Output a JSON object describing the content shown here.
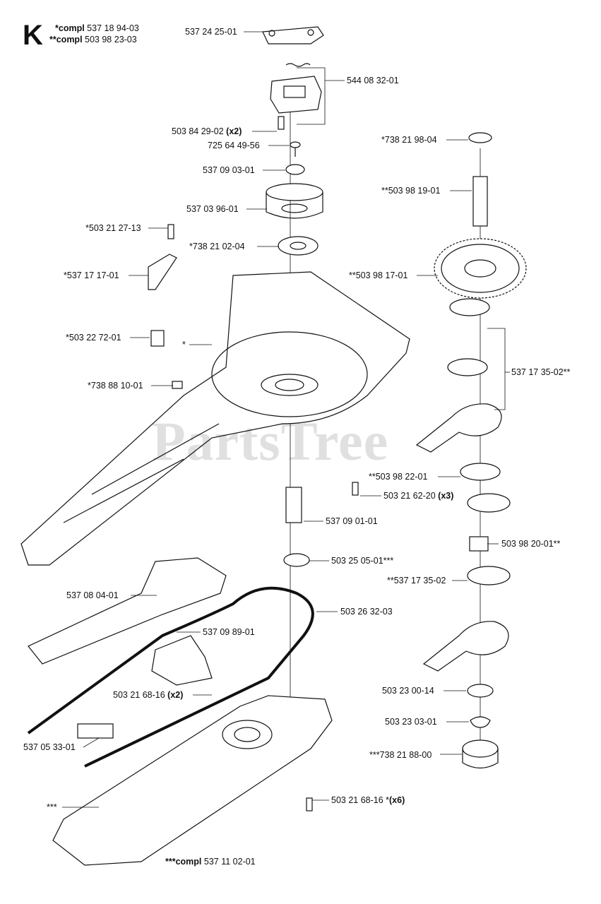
{
  "section": {
    "letter": "K",
    "compl_lines": [
      {
        "prefix": "*compl",
        "number": "537 18 94-03"
      },
      {
        "prefix": "**compl",
        "number": "503 98 23-03"
      }
    ],
    "bottom_compl": {
      "prefix": "***compl",
      "number": "537 11 02-01"
    }
  },
  "watermark": "PartsTree",
  "labels": {
    "l1": "537 24 25-01",
    "l2": "544 08 32-01",
    "l3_num": "503 84 29-02",
    "l3_qty": "(x2)",
    "l4": "725 64 49-56",
    "l5": "537 09 03-01",
    "l6": "537 03 96-01",
    "l7": "*503 21 27-13",
    "l8": "*738 21 02-04",
    "l9": "*537 17 17-01",
    "l10": "*503 22 72-01",
    "l11": "*",
    "l12": "*738 88 10-01",
    "l13": "*738 21 98-04",
    "l14": "**503 98 19-01",
    "l15": "**503 98 17-01",
    "l16": "537 17 35-02**",
    "l17": "**503 98 22-01",
    "l18_num": "503 21 62-20",
    "l18_qty": "(x3)",
    "l19": "537 09 01-01",
    "l20": "503 25 05-01***",
    "l21": "503 98 20-01**",
    "l22": "**537 17 35-02",
    "l23": "537 08 04-01",
    "l24": "503 26 32-03",
    "l25": "537 09 89-01",
    "l26_num": "503 21 68-16",
    "l26_qty": "(x2)",
    "l27": "503 23 00-14",
    "l28": "503 23 03-01",
    "l29": "537 05 33-01",
    "l30": "***738 21 88-00",
    "l31": "***",
    "l32_num": "503 21 68-16 *",
    "l32_qty": "(x6)"
  }
}
